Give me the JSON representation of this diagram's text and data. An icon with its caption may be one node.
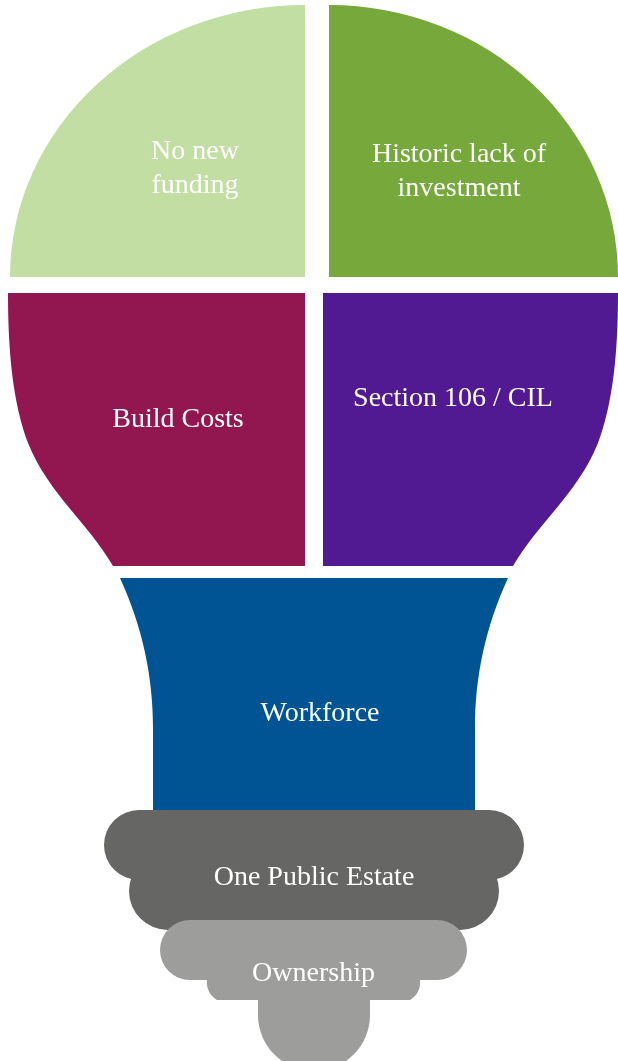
{
  "diagram": {
    "nodes": [
      {
        "text": [
          "No new funding"
        ]
      },
      {
        "text": [
          "Historic lack of investment"
        ]
      },
      {
        "text": [
          "Build Costs"
        ]
      },
      {
        "text": [
          "Section 106 / CIL"
        ]
      },
      {
        "text": [
          "Workforce"
        ]
      },
      {
        "text": [
          "One Public Estate"
        ]
      },
      {
        "text": [
          "Ownership"
        ]
      }
    ]
  }
}
